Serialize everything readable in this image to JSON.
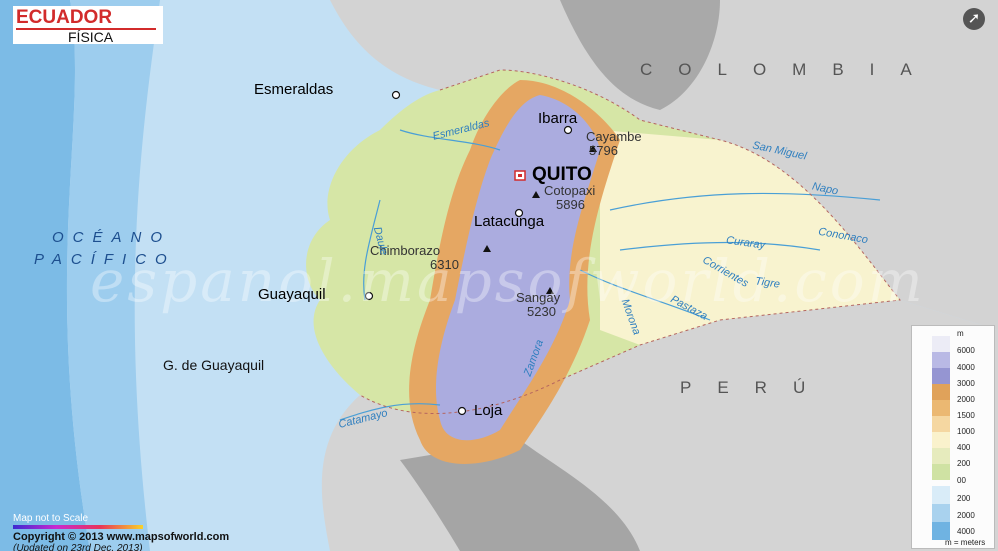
{
  "title": {
    "main": "ECUADOR",
    "sub": "FÍSICA"
  },
  "countries": {
    "colombia": "COLOMBIA",
    "peru": "PERÚ"
  },
  "ocean": {
    "line1": "OCÉANO",
    "line2": "PACÍFICO"
  },
  "gulf": "G. de Guayaquil",
  "capital": "QUITO",
  "cities": {
    "esmeraldas": "Esmeraldas",
    "ibarra": "Ibarra",
    "latacunga": "Latacunga",
    "guayaquil": "Guayaquil",
    "loja": "Loja"
  },
  "peaks": [
    {
      "name": "Cayambe",
      "elev": "5796"
    },
    {
      "name": "Cotopaxi",
      "elev": "5896"
    },
    {
      "name": "Chimborazo",
      "elev": "6310"
    },
    {
      "name": "Sangay",
      "elev": "5230"
    }
  ],
  "rivers": {
    "esmeraldas": "Esmeraldas",
    "san_miguel": "San Miguel",
    "napo": "Napo",
    "cononaco": "Cononaco",
    "curaray": "Curaray",
    "tigre": "Tigre",
    "corrientes": "Corrientes",
    "pastaza": "Pastaza",
    "morona": "Morona",
    "zamora": "Zamora",
    "catamayo": "Catamayo",
    "daule": "Daule"
  },
  "watermark": "espanol.mapsofworld.com",
  "legend": {
    "unit_top": "m",
    "elevation": [
      {
        "label": "6000",
        "color": "#ececf6"
      },
      {
        "label": "4000",
        "color": "#b9b9e5"
      },
      {
        "label": "3000",
        "color": "#9595d2"
      },
      {
        "label": "2000",
        "color": "#e0a25a"
      },
      {
        "label": "1500",
        "color": "#ebb872"
      },
      {
        "label": "1000",
        "color": "#f5d7a1"
      },
      {
        "label": "400",
        "color": "#faf2cc"
      },
      {
        "label": "200",
        "color": "#e6ebbd"
      },
      {
        "label": "00",
        "color": "#cfe2a3"
      }
    ],
    "depth": [
      {
        "label": "200",
        "color": "#d9ecf8"
      },
      {
        "label": "2000",
        "color": "#a9d2ee"
      },
      {
        "label": "4000",
        "color": "#6fb3e2"
      }
    ],
    "unit_note": "m = meters"
  },
  "footer": {
    "note": "Map not to Scale",
    "copyright": "Copyright © 2013  www.mapsofworld.com",
    "updated": "(Updated on 23rd Dec, 2013)"
  },
  "colors": {
    "ocean_deep": "#6eb5e4",
    "ocean_light": "#b6d9f1",
    "lowland": "#d7e5a7",
    "neighbor": "#d6d6d6",
    "accent": "#d22b2b"
  }
}
